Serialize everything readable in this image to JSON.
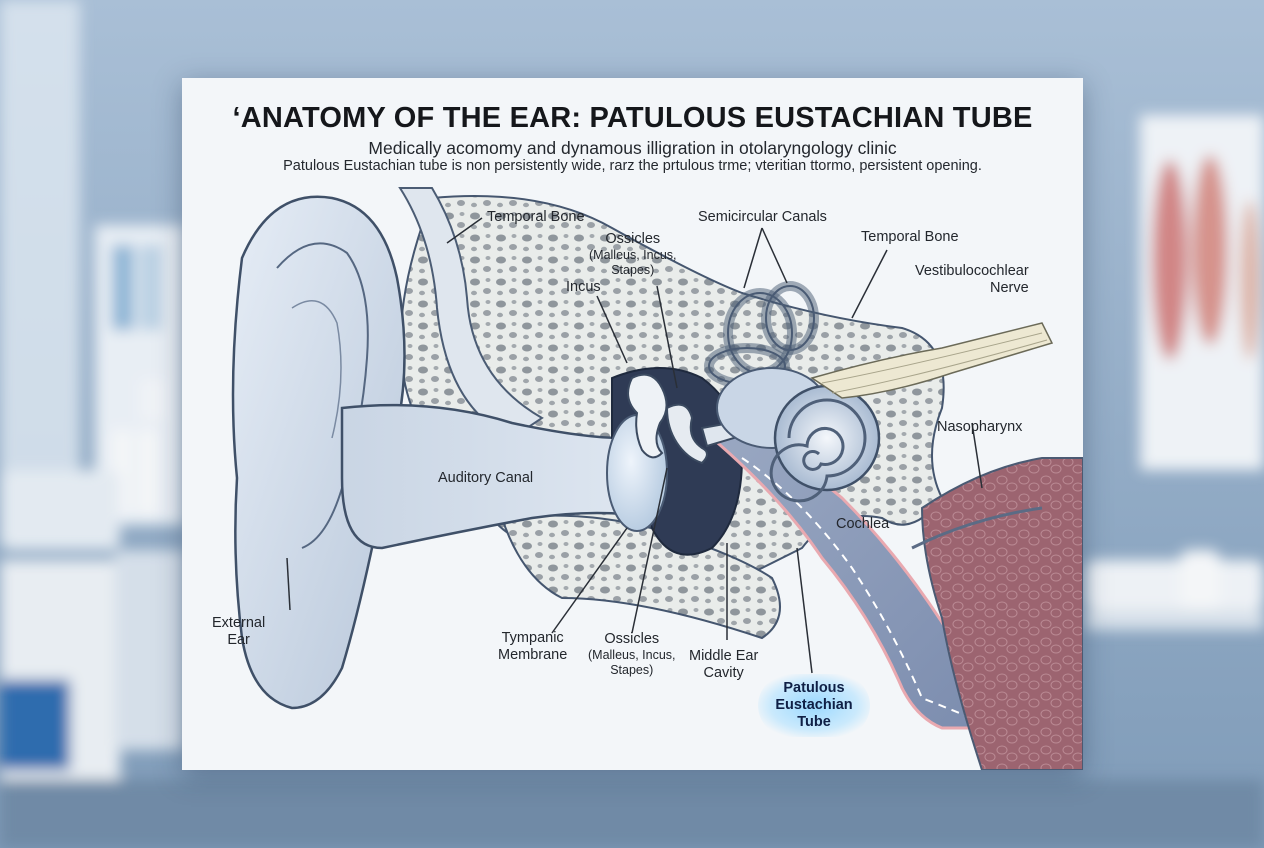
{
  "poster": {
    "title": "‘ANATOMY OF THE EAR: PATULOUS EUSTACHIAN TUBE",
    "subtitle": "Medically acomomy and dynamous illigration in otolaryngology clinic",
    "description": "Patulous Eustachian tube is non persistently wide, rarz the prtulous trme; vteritian ttormo, persistent opening."
  },
  "labels": {
    "temporal_bone_left": "Temporal Bone",
    "ossicles_top": "Ossicles",
    "ossicles_top_sub1": "(Malleus, Incus,",
    "ossicles_top_sub2": "Stapes)",
    "incus": "Incus",
    "semicircular_canals": "Semicircular Canals",
    "temporal_bone_right": "Temporal Bone",
    "vestibulocochlear_line1": "Vestibulocochlear",
    "vestibulocochlear_line2": "Nerve",
    "auditory_canal": "Auditory Canal",
    "nasopharynx": "Nasopharynx",
    "cochlea": "Cochlea",
    "external_ear_line1": "External",
    "external_ear_line2": "Ear",
    "tympanic_line1": "Tympanic",
    "tympanic_line2": "Membrane",
    "ossicles_bottom": "Ossicles",
    "ossicles_bottom_sub1": "(Malleus, Incus,",
    "ossicles_bottom_sub2": "Stapes)",
    "middle_ear_line1": "Middle Ear",
    "middle_ear_line2": "Cavity",
    "patulous_line1": "Patulous",
    "patulous_line2": "Eustachian",
    "patulous_line3": "Tube"
  },
  "colors": {
    "highlight": "#a9dcff",
    "eustachian_tube": "#e9a9b0",
    "nasopharynx_tissue": "#9a5d69"
  }
}
